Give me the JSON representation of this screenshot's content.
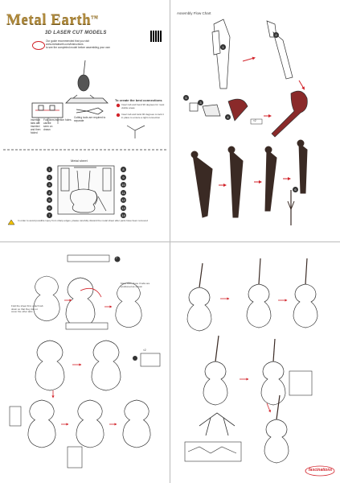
{
  "header": {
    "brand": "Metal Earth",
    "trademark": "TM",
    "subtitle": "3D LASER CUT MODELS",
    "intro_line1": "Our guide recommended that you visit",
    "intro_line2": "www.metalearth.com/instructions",
    "intro_line3": "to see the completed model before assembling your own"
  },
  "tools": {
    "label_insertion": "insertion tabs are inserted and then folded",
    "label_fold": "Fold lines can be seen on drawn",
    "label_insertion_holes": "insertion holes",
    "label_cutting": "Cutting tools are required to separate",
    "connections_title": "To create the best connections",
    "connections_step1": "Insert tab and bend 90 degrees for most visible areas",
    "connections_step2": "Insert tab and twist 90 degrees to lock it in place to ensure a tight connection"
  },
  "metal_sheet": {
    "title": "Metal sheet",
    "left_numbers": [
      "1",
      "2",
      "3",
      "4",
      "5",
      "6",
      "7"
    ],
    "right_numbers": [
      "8",
      "9",
      "10",
      "11",
      "12",
      "13",
      "14"
    ],
    "warning": "In order to avoid possible injury from sharp edges, please carefully discard the metal sheet after parts have been removed"
  },
  "flow_chart": {
    "title": "Assembly Flow Chart",
    "step_labels": [
      "1",
      "2",
      "3",
      "4",
      "5",
      "6"
    ],
    "x2": "×2"
  },
  "q3": {
    "part_number": "7",
    "note_right": "Make sure these 3 tabs are positioned as shown",
    "note_left": "Fold the sheet first, attach tab down so that they do not cover the other tabs",
    "x2": "×2"
  },
  "brand_logo": "fascinations",
  "colors": {
    "brand_gold": "#b08a3c",
    "accent_red": "#d2232a",
    "cello_dark": "#3a2a24",
    "cello_red": "#8a2a2a",
    "line": "#333333"
  }
}
